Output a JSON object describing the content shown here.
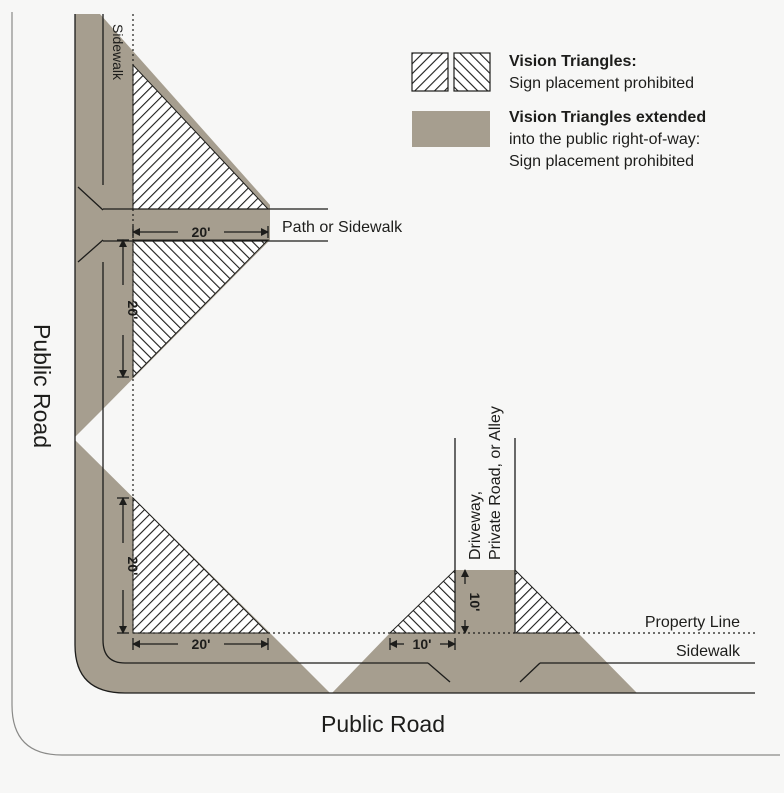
{
  "colors": {
    "extended_fill": "#a69e8f",
    "line": "#1d1d1b",
    "background": "#f7f7f6"
  },
  "legend": {
    "vision_title": "Vision Triangles:",
    "vision_text": "Sign placement prohibited",
    "extended_title": "Vision Triangles extended",
    "extended_line1": "into the public right-of-way:",
    "extended_line2": "Sign placement prohibited"
  },
  "labels": {
    "sidewalk_vertical": "Sidewalk",
    "path_or_sidewalk": "Path or Sidewalk",
    "public_road_left": "Public Road",
    "public_road_bottom": "Public Road",
    "property_line": "Property Line",
    "sidewalk_bottom": "Sidewalk",
    "driveway_line1": "Driveway,",
    "driveway_line2": "Private Road, or Alley"
  },
  "dimensions": {
    "top_horizontal": "20'",
    "top_vertical": "20'",
    "corner_vertical": "20'",
    "corner_horizontal": "20'",
    "driveway_horizontal": "10'",
    "driveway_vertical": "10'"
  }
}
